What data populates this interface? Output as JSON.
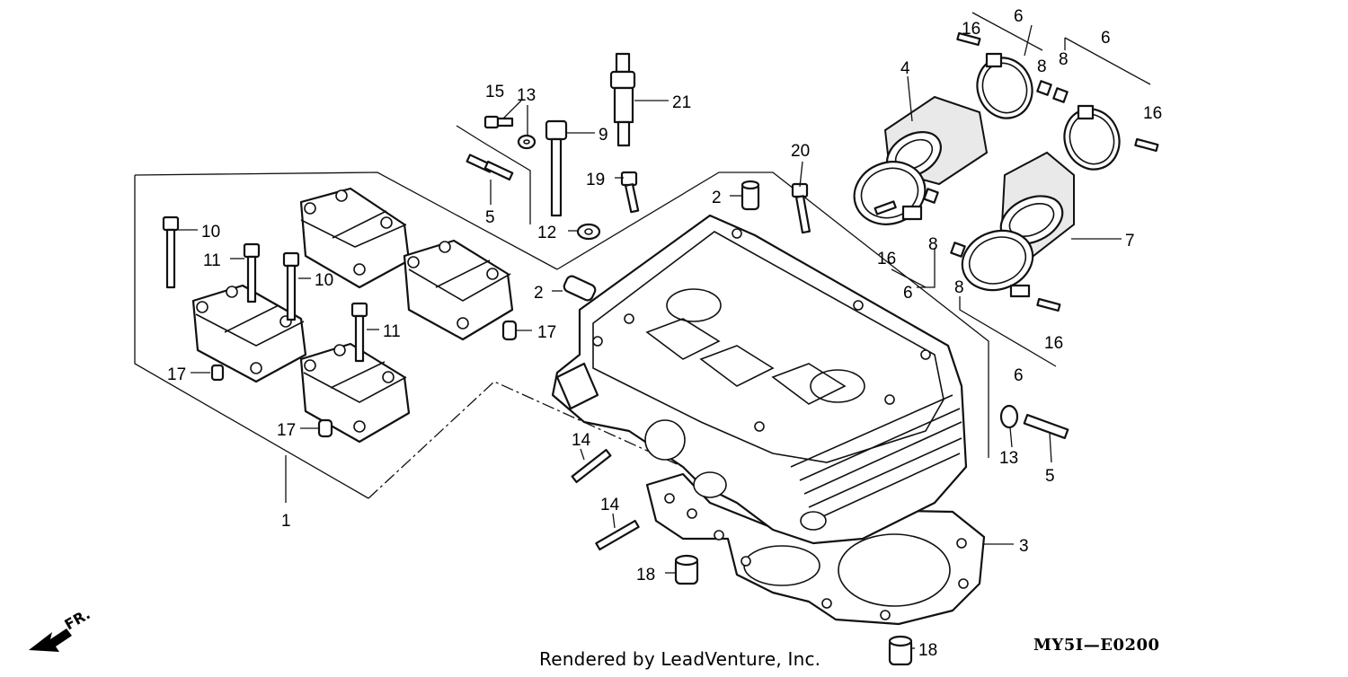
{
  "callouts": [
    {
      "id": "c16a",
      "text": "16"
    },
    {
      "id": "c6a",
      "text": "6"
    },
    {
      "id": "c8a",
      "text": "8"
    },
    {
      "id": "c8b",
      "text": "8"
    },
    {
      "id": "c6b",
      "text": "6"
    },
    {
      "id": "c16b",
      "text": "16"
    },
    {
      "id": "c4",
      "text": "4"
    },
    {
      "id": "c15",
      "text": "15"
    },
    {
      "id": "c13a",
      "text": "13"
    },
    {
      "id": "c21",
      "text": "21"
    },
    {
      "id": "c9",
      "text": "9"
    },
    {
      "id": "c19",
      "text": "19"
    },
    {
      "id": "c20",
      "text": "20"
    },
    {
      "id": "c2a",
      "text": "2"
    },
    {
      "id": "c5a",
      "text": "5"
    },
    {
      "id": "c12",
      "text": "12"
    },
    {
      "id": "c10a",
      "text": "10"
    },
    {
      "id": "c11a",
      "text": "11"
    },
    {
      "id": "c10b",
      "text": "10"
    },
    {
      "id": "c11b",
      "text": "11"
    },
    {
      "id": "c2b",
      "text": "2"
    },
    {
      "id": "c17a",
      "text": "17"
    },
    {
      "id": "c17b",
      "text": "17"
    },
    {
      "id": "c17c",
      "text": "17"
    },
    {
      "id": "c16c",
      "text": "16"
    },
    {
      "id": "c6c",
      "text": "6"
    },
    {
      "id": "c8c",
      "text": "8"
    },
    {
      "id": "c7",
      "text": "7"
    },
    {
      "id": "c8d",
      "text": "8"
    },
    {
      "id": "c16d",
      "text": "16"
    },
    {
      "id": "c6d",
      "text": "6"
    },
    {
      "id": "c1",
      "text": "1"
    },
    {
      "id": "c14a",
      "text": "14"
    },
    {
      "id": "c14b",
      "text": "14"
    },
    {
      "id": "c13b",
      "text": "13"
    },
    {
      "id": "c5b",
      "text": "5"
    },
    {
      "id": "c3",
      "text": "3"
    },
    {
      "id": "c18a",
      "text": "18"
    },
    {
      "id": "c18b",
      "text": "18"
    }
  ],
  "direction_marker": "FR.",
  "credit": "Rendered by LeadVenture, Inc.",
  "drawing_code": "MY5I—E0200"
}
